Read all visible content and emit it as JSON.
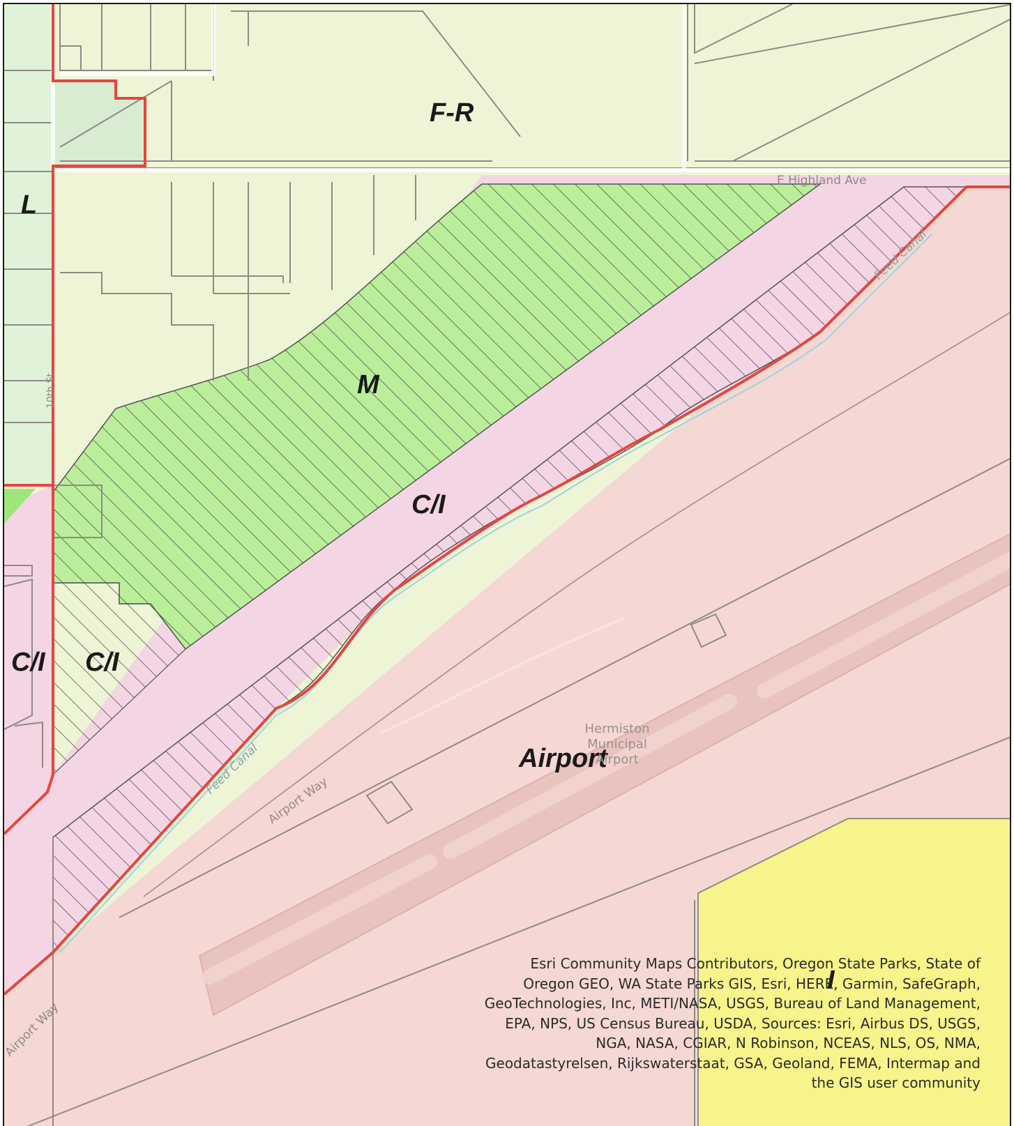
{
  "map": {
    "zone_labels": {
      "fr": "F-R",
      "l": "L",
      "m": "M",
      "ci_center": "C/I",
      "ci_left_outer": "C/I",
      "ci_left_inner": "C/I",
      "airport": "Airport",
      "i": "I"
    },
    "road_labels": {
      "highland": "E Highland Ave",
      "tenth": "10th St",
      "airport_way_1": "Airport Way",
      "airport_way_2": "Airport Way"
    },
    "canal_labels": {
      "feed_canal_1": "Feed Canal",
      "feed_canal_2": "Feed Canal"
    },
    "poi": {
      "line1": "Hermiston",
      "line2": "Municipal",
      "line3": "Airport"
    },
    "colors": {
      "farm_residential": "#eef5d6",
      "low_density": "#e0f2d8",
      "medium": "#bbee9a",
      "commercial_industrial": "#f4d5e4",
      "airport": "#f5d8d3",
      "industrial": "#f6f48a",
      "city_limit": "#e4463e",
      "parcel_line": "#8e8a86"
    },
    "attribution": "Esri Community Maps Contributors, Oregon State Parks, State of Oregon GEO, WA State Parks GIS, Esri, HERE, Garmin, SafeGraph, GeoTechnologies, Inc, METI/NASA, USGS, Bureau of Land Management, EPA, NPS, US Census Bureau, USDA, Sources: Esri, Airbus DS, USGS, NGA, NASA, CGIAR, N Robinson, NCEAS, NLS, OS, NMA, Geodatastyrelsen, Rijkswaterstaat, GSA, Geoland, FEMA, Intermap and the GIS user community"
  }
}
